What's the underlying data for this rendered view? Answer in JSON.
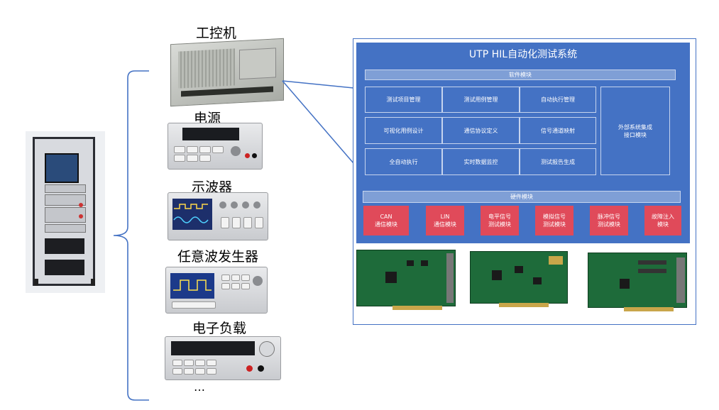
{
  "devices": [
    {
      "label": "工控机"
    },
    {
      "label": "电源"
    },
    {
      "label": "示波器"
    },
    {
      "label": "任意波发生器"
    },
    {
      "label": "电子负载"
    }
  ],
  "ellipsis": "…",
  "system": {
    "title": "UTP HIL自动化测试系统",
    "software_bar": "软件模块",
    "software_grid": [
      [
        "测试项目管理",
        "测试用例管理",
        "自动执行管理"
      ],
      [
        "可视化用例设计",
        "通信协议定义",
        "信号通道映射"
      ],
      [
        "全自动执行",
        "实时数据监控",
        "测试报告生成"
      ]
    ],
    "external_module": "外部系统集成\n接口模块",
    "hardware_bar": "硬件模块",
    "hardware_modules": [
      "CAN\n通信模块",
      "LIN\n通信模块",
      "电平信号\n测试模块",
      "模拟信号\n测试模块",
      "脉冲信号\n测试模块",
      "故障注入\n模块"
    ]
  },
  "colors": {
    "panel_blue": "#4472c4",
    "module_red": "#e04a5a",
    "pcb_green": "#1e6b3a"
  }
}
